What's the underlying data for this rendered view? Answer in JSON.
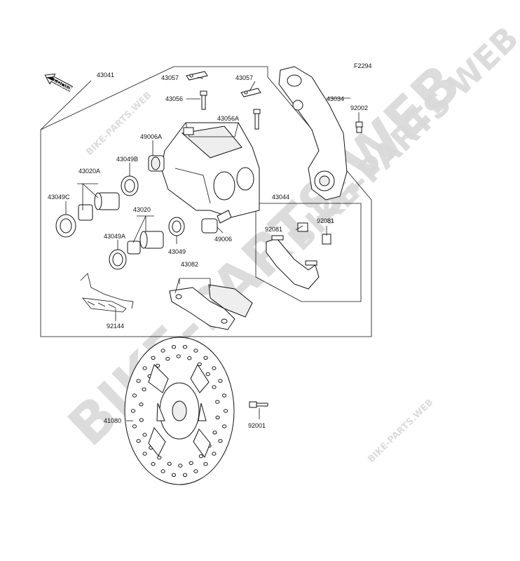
{
  "figure_code": "F2294",
  "front_marker": "FRONT",
  "watermarks": {
    "large": "BIKE-PARTS.WEB",
    "small": "BIKE-PARTS.WEB",
    "diagonal": "BIKE-PARTS WEB ©"
  },
  "parts": [
    {
      "id": "43041",
      "label": "43041"
    },
    {
      "id": "43057-a",
      "label": "43057"
    },
    {
      "id": "43057-b",
      "label": "43057"
    },
    {
      "id": "43056",
      "label": "43056"
    },
    {
      "id": "43056a",
      "label": "43056A"
    },
    {
      "id": "43034",
      "label": "43034"
    },
    {
      "id": "92002",
      "label": "92002"
    },
    {
      "id": "49006a",
      "label": "49006A"
    },
    {
      "id": "43049b",
      "label": "43049B"
    },
    {
      "id": "43020a",
      "label": "43020A"
    },
    {
      "id": "43049c",
      "label": "43049C"
    },
    {
      "id": "43020",
      "label": "43020"
    },
    {
      "id": "43049a",
      "label": "43049A"
    },
    {
      "id": "43049",
      "label": "43049"
    },
    {
      "id": "49006",
      "label": "49006"
    },
    {
      "id": "43044",
      "label": "43044"
    },
    {
      "id": "92081-a",
      "label": "92081"
    },
    {
      "id": "92081-b",
      "label": "92081"
    },
    {
      "id": "43082",
      "label": "43082"
    },
    {
      "id": "92144",
      "label": "92144"
    },
    {
      "id": "41080",
      "label": "41080"
    },
    {
      "id": "92001",
      "label": "92001"
    }
  ]
}
